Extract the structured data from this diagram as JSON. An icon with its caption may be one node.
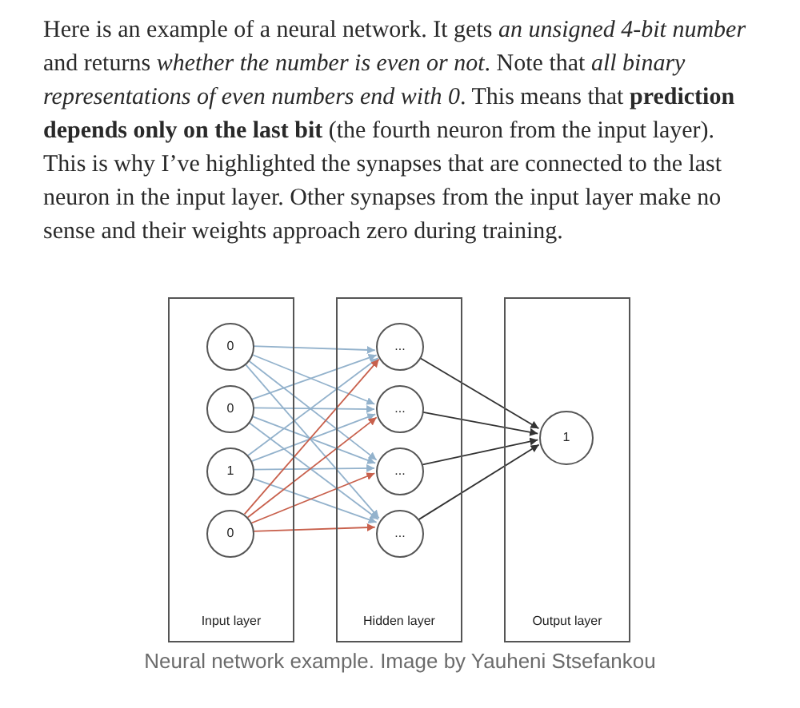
{
  "diagram": {
    "caption": "Neural network example. Image by Yauheni Stsefankou",
    "nodes": [
      {
        "text": [
          "Input layer"
        ]
      },
      {
        "text": [
          "0"
        ],
        "in": 0
      },
      {
        "text": [
          "0"
        ],
        "in": 0
      },
      {
        "text": [
          "1"
        ],
        "in": 0
      },
      {
        "text": [
          "0"
        ],
        "in": 0
      },
      {
        "text": [
          "Hidden layer"
        ]
      },
      {
        "text": [
          "..."
        ],
        "in": 5
      },
      {
        "text": [
          "..."
        ],
        "in": 5
      },
      {
        "text": [
          "..."
        ],
        "in": 5
      },
      {
        "text": [
          "..."
        ],
        "in": 5
      },
      {
        "text": [
          "Output layer"
        ]
      },
      {
        "text": [
          "1"
        ],
        "in": 10
      }
    ],
    "edges": [
      {
        "from": 1,
        "to": 6,
        "arrow": "to"
      },
      {
        "from": 1,
        "to": 7,
        "arrow": "to"
      },
      {
        "from": 1,
        "to": 8,
        "arrow": "to"
      },
      {
        "from": 1,
        "to": 9,
        "arrow": "to"
      },
      {
        "from": 2,
        "to": 6,
        "arrow": "to"
      },
      {
        "from": 2,
        "to": 7,
        "arrow": "to"
      },
      {
        "from": 2,
        "to": 8,
        "arrow": "to"
      },
      {
        "from": 2,
        "to": 9,
        "arrow": "to"
      },
      {
        "from": 3,
        "to": 6,
        "arrow": "to"
      },
      {
        "from": 3,
        "to": 7,
        "arrow": "to"
      },
      {
        "from": 3,
        "to": 8,
        "arrow": "to"
      },
      {
        "from": 3,
        "to": 9,
        "arrow": "to"
      },
      {
        "from": 4,
        "to": 6,
        "arrow": "to",
        "color": "#c8604c"
      },
      {
        "from": 4,
        "to": 7,
        "arrow": "to",
        "color": "#c8604c"
      },
      {
        "from": 4,
        "to": 8,
        "arrow": "to",
        "color": "#c8604c"
      },
      {
        "from": 4,
        "to": 9,
        "arrow": "to",
        "color": "#c8604c"
      },
      {
        "from": 6,
        "to": 11,
        "arrow": "to",
        "color": "#333333"
      },
      {
        "from": 7,
        "to": 11,
        "arrow": "to",
        "color": "#333333"
      },
      {
        "from": 8,
        "to": 11,
        "arrow": "to",
        "color": "#333333"
      },
      {
        "from": 9,
        "to": 11,
        "arrow": "to",
        "color": "#333333"
      }
    ],
    "labels": [
      "Here is an example of a neural network. It gets *an unsigned 4-bit number* and returns *whether the number is even or not*. Note that *all binary representations of even numbers end with 0*. This means that **prediction depends only on the last bit** (the fourth neuron from the input layer). This is why I’ve highlighted the synapses that are connected to the last neuron in the input layer. Other synapses from the input layer make no sense and their weights approach zero during training."
    ]
  }
}
